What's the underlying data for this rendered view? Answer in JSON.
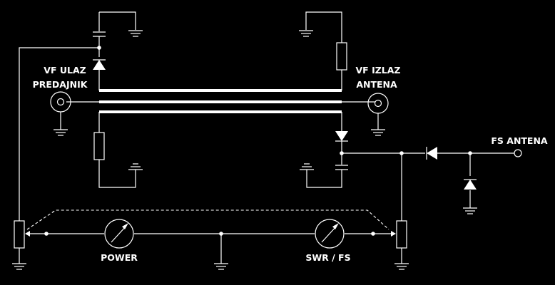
{
  "labels": {
    "input_line1": "VF ULAZ",
    "input_line2": "PREDAJNIK",
    "output_line1": "VF IZLAZ",
    "output_line2": "ANTENA",
    "fs_antenna": "FS ANTENA",
    "power": "POWER",
    "swr_fs": "SWR / FS"
  },
  "colors": {
    "background": "#000000",
    "foreground": "#ffffff"
  }
}
